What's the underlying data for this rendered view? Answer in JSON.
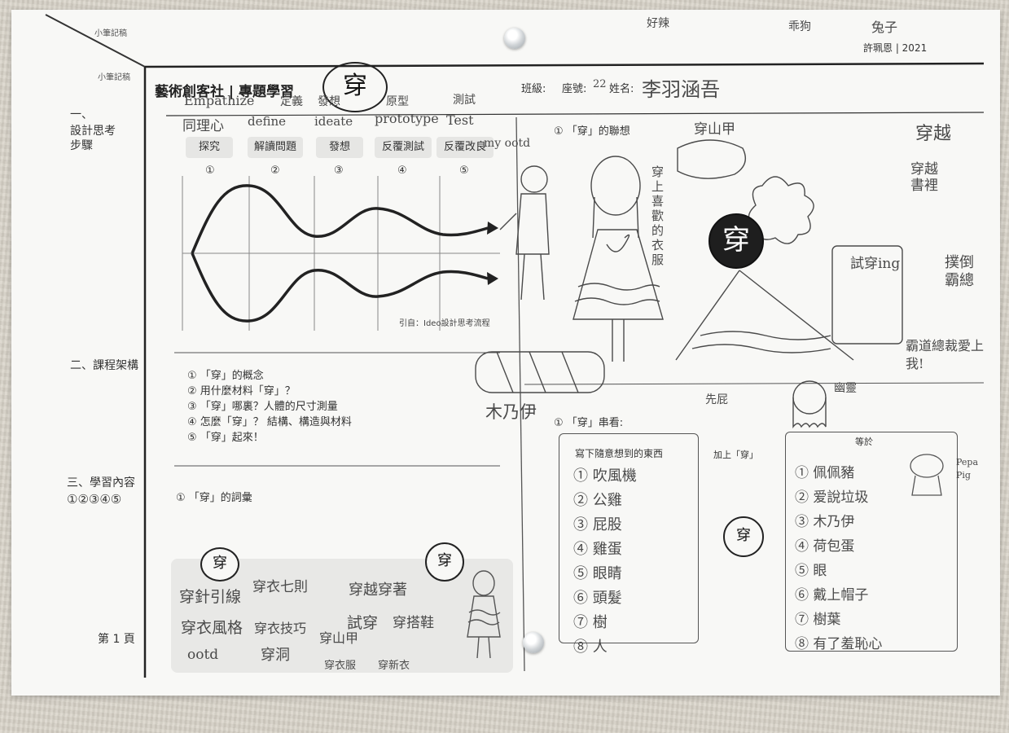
{
  "header": {
    "corner_note_1": "小筆記稿",
    "corner_note_2": "小筆記稿",
    "title": "藝術創客社 | 專題學習",
    "title_badge": "穿",
    "class_label": "班級:",
    "seat_label": "座號:",
    "seat_value": "22",
    "name_label": "姓名:",
    "name_value": "李羽涵吾",
    "author_year": "許珮恩 | 2021"
  },
  "sidebar": {
    "section1_num": "一、",
    "section1_title_1": "設計思考",
    "section1_title_2": "步驟",
    "section2": "二、課程架構",
    "section3_title": "三、學習內容",
    "section3_nums": "①②③④⑤",
    "page": "第 1 頁"
  },
  "design_steps": {
    "english": [
      "Empathize",
      "define",
      "ideate",
      "prototype",
      "Test"
    ],
    "handwritten_cn": [
      "同理心",
      "定義",
      "發想",
      "原型",
      "測試"
    ],
    "labels": [
      "探究",
      "解讀問題",
      "發想",
      "反覆測試",
      "反覆改良"
    ],
    "numbers": [
      "①",
      "②",
      "③",
      "④",
      "⑤"
    ],
    "citation": "引自：Ideo設計思考流程"
  },
  "curriculum": {
    "items": [
      "① 「穿」的概念",
      "② 用什麼材料「穿」？",
      "③ 「穿」哪裏？人體的尺寸測量",
      "④ 怎麼「穿」？ 結構、構造與材料",
      "⑤ 「穿」起來！"
    ]
  },
  "vocabulary": {
    "heading": "① 「穿」的詞彙",
    "badge_left": "穿",
    "badge_right": "穿",
    "words": [
      "穿針引線",
      "穿衣七則",
      "穿越穿著",
      "穿衣風格",
      "穿衣技巧",
      "試穿",
      "穿搭鞋",
      "ootd",
      "穿洞",
      "穿山甲",
      "穿衣服",
      "穿新衣"
    ]
  },
  "association": {
    "heading": "① 「穿」的聯想",
    "center": "穿",
    "notes": [
      "my ootd",
      "穿山甲",
      "試穿ing",
      "穿越",
      "穿越書裡",
      "撲倒霸總",
      "霸道總裁愛上我!",
      "木乃伊",
      "先屁",
      "幽靈",
      "乖狗",
      "兔子",
      "好辣",
      "穿上喜歡的衣服"
    ]
  },
  "combine": {
    "heading": "① 「穿」串看:",
    "box_title": "寫下隨意想到的東西",
    "items": [
      "① 吹風機",
      "② 公雞",
      "③ 屁股",
      "④ 雞蛋",
      "⑤ 眼睛",
      "⑥ 頭髮",
      "⑦ 樹",
      "⑧ 人"
    ],
    "add_label": "加上「穿」",
    "middle_badge": "穿",
    "result_title": "等於",
    "results": [
      "① 佩佩豬",
      "② 爱說垃圾",
      "③ 木乃伊",
      "④ 荷包蛋",
      "⑤ 眼",
      "⑥ 戴上帽子",
      "⑦ 樹葉",
      "⑧ 有了羞恥心"
    ],
    "peppa_note": "Pepa Pig"
  },
  "colors": {
    "paper": "#f8f8f6",
    "ink": "#222222",
    "pencil": "#4a4a4a",
    "step_box": "#e6e6e4"
  }
}
